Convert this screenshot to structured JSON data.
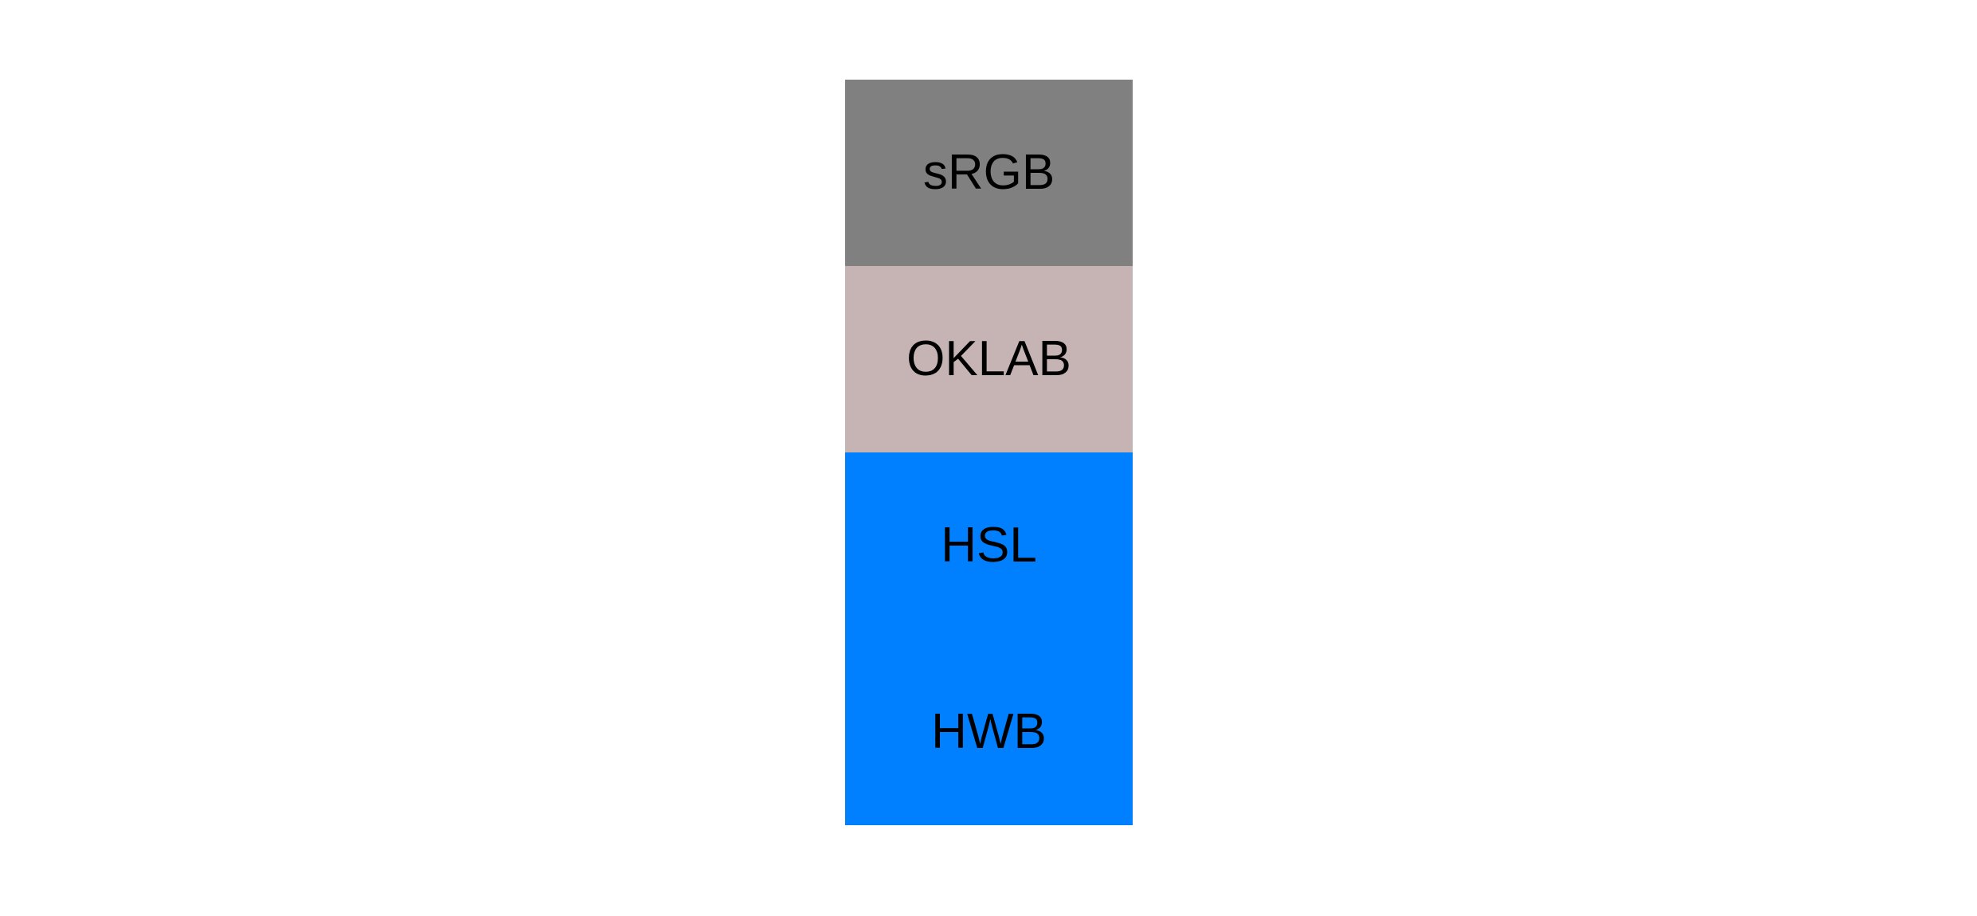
{
  "page": {
    "background": "#ffffff",
    "text_color": "#000000"
  },
  "swatch_stack": {
    "blocks": [
      {
        "label": "sRGB",
        "color": "#808080"
      },
      {
        "label": "OKLAB",
        "color": "#c6b4b4"
      },
      {
        "label": "HSL",
        "color": "#0080ff"
      },
      {
        "label": "HWB",
        "color": "#0080ff"
      }
    ]
  }
}
